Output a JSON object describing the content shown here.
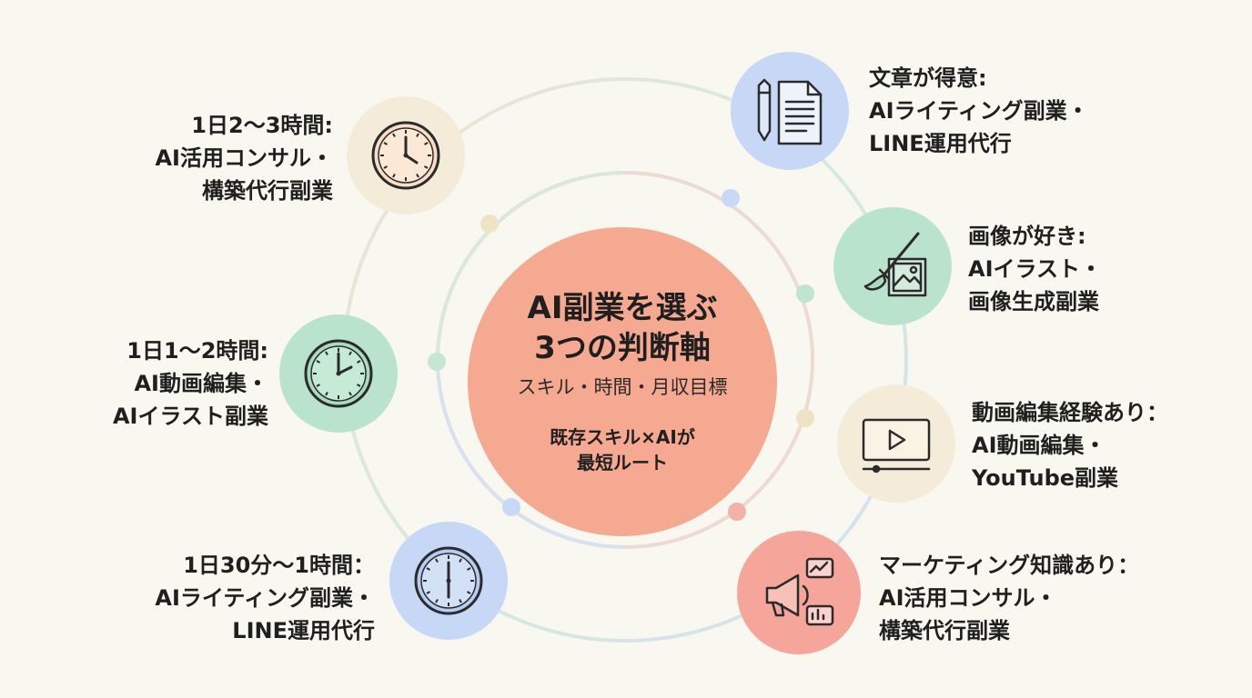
{
  "center": {
    "title_line1": "AI副業を選ぶ",
    "title_line2": "3つの判断軸",
    "subtitle": "スキル・時間・月収目標",
    "note_line1": "既存スキル×AIが",
    "note_line2": "最短ルート"
  },
  "time_items": [
    {
      "icon": "clock-icon",
      "lines": [
        "1日2〜3時間:",
        "AI活用コンサル・",
        "構築代行副業"
      ]
    },
    {
      "icon": "clock-icon",
      "lines": [
        "1日1〜2時間:",
        "AI動画編集・",
        "AIイラスト副業"
      ]
    },
    {
      "icon": "clock-icon",
      "lines": [
        "1日30分〜1時間：",
        "AIライティング副業・",
        "LINE運用代行"
      ]
    }
  ],
  "skill_items": [
    {
      "icon": "document-pen-icon",
      "lines": [
        "文章が得意:",
        "AIライティング副業・",
        "LINE運用代行"
      ]
    },
    {
      "icon": "paintbrush-image-icon",
      "lines": [
        "画像が好き:",
        "AIイラスト・",
        "画像生成副業"
      ]
    },
    {
      "icon": "video-player-icon",
      "lines": [
        "動画編集経験あり：",
        "AI動画編集・",
        "YouTube副業"
      ]
    },
    {
      "icon": "megaphone-icon",
      "lines": [
        "マーケティング知識あり：",
        "AI活用コンサル・",
        "構築代行副業"
      ]
    }
  ],
  "colors": {
    "background": "#f8f7f0",
    "center": "#f5a990",
    "blue": "#c6d8f5",
    "green": "#b9e3cc",
    "cream": "#f4ecd8",
    "coral": "#f6a59b"
  }
}
